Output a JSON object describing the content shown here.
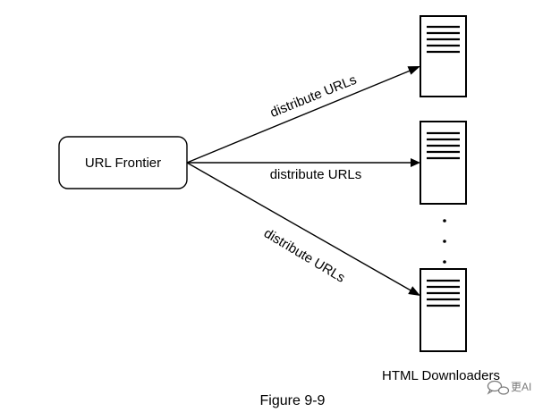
{
  "diagram": {
    "source": {
      "label": "URL Frontier"
    },
    "edges": [
      {
        "label": "distribute URLs"
      },
      {
        "label": "distribute URLs"
      },
      {
        "label": "distribute URLs"
      }
    ],
    "group_label": "HTML Downloaders",
    "caption": "Figure 9-9"
  },
  "watermark": {
    "text": "更AI",
    "icon": "chat-bubble-icon",
    "color": "#7a7a7a"
  }
}
